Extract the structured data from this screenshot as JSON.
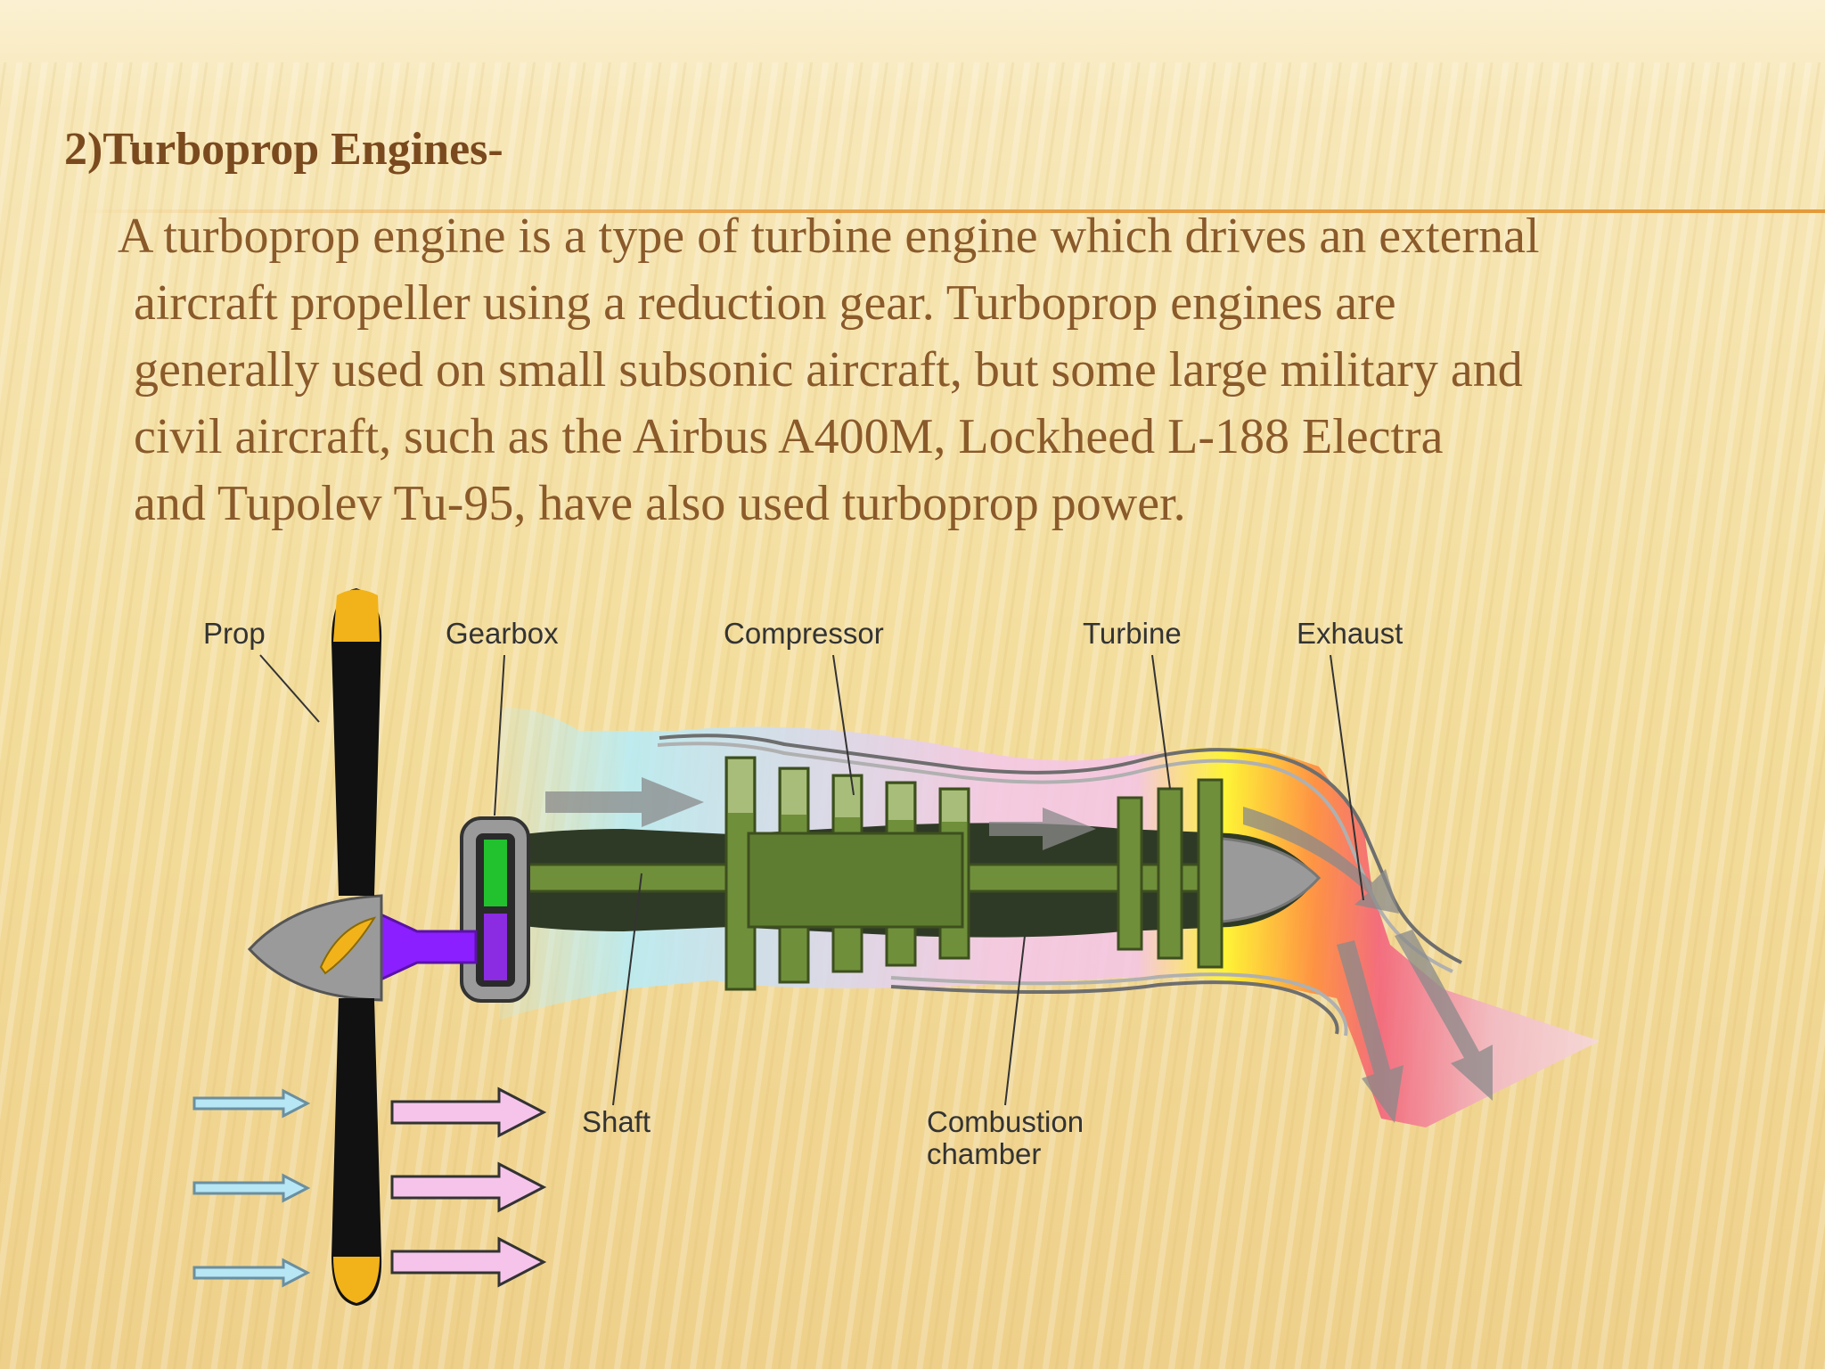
{
  "slide": {
    "title": "2)Turboprop Engines-",
    "body_lines": [
      "A turboprop engine is a type of turbine engine which drives an external",
      "aircraft propeller using a reduction gear. Turboprop engines are",
      "generally used on small subsonic aircraft, but some large military and",
      "civil aircraft, such as the Airbus A400M, Lockheed L-188 Electra",
      "and Tupolev Tu-95, have also used turboprop power."
    ]
  },
  "diagram": {
    "labels": {
      "prop": "Prop",
      "gearbox": "Gearbox",
      "compressor": "Compressor",
      "turbine": "Turbine",
      "exhaust": "Exhaust",
      "shaft": "Shaft",
      "combustion_line1": "Combustion",
      "combustion_line2": "chamber"
    }
  },
  "colors": {
    "title": "#7a4a1e",
    "text": "#8a5a2b",
    "accent_rule": "#e9a44a",
    "background": "#f3dfa0",
    "propeller": "#111111",
    "prop_tip": "#f2b31a",
    "shaft": "#6f8f3a",
    "gear_green": "#22c22e",
    "gear_purple": "#8b2be2"
  }
}
